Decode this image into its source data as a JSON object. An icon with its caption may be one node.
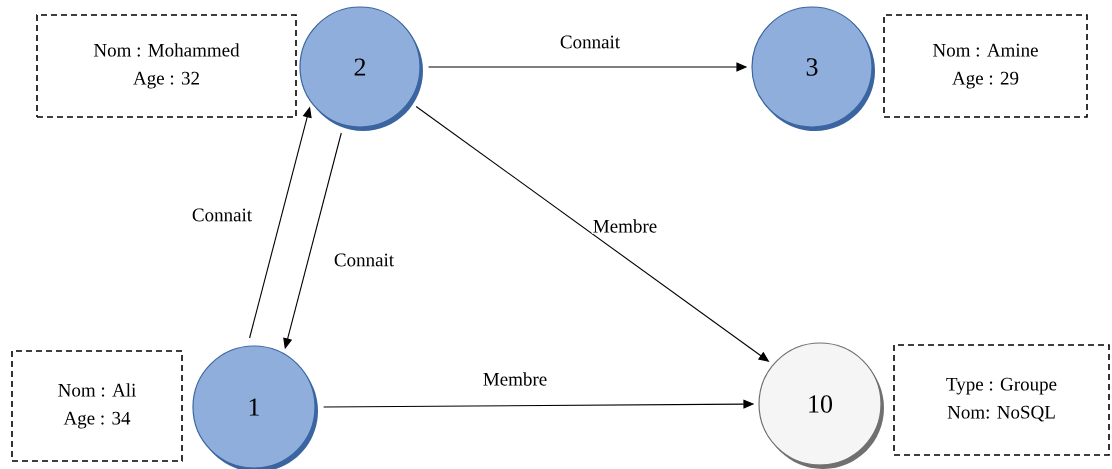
{
  "diagram": {
    "nodes": [
      {
        "text": [
          "Nom : Mohammed",
          "Age : 32"
        ]
      },
      {
        "text": [
          "2"
        ]
      },
      {
        "text": [
          "3"
        ]
      },
      {
        "text": [
          "Nom : Amine",
          "Age : 29"
        ]
      },
      {
        "text": [
          "Nom : Ali",
          "Age : 34"
        ]
      },
      {
        "text": [
          "1"
        ]
      },
      {
        "text": [
          "10"
        ]
      },
      {
        "text": [
          "Type : Groupe",
          "Nom: NoSQL"
        ]
      }
    ],
    "edges": [
      {
        "from": 5,
        "to": 1,
        "arrow": "to",
        "label": "Connait"
      },
      {
        "from": 1,
        "to": 5,
        "arrow": "to",
        "label": "Connait"
      },
      {
        "from": 1,
        "to": 2,
        "arrow": "to",
        "label": "Connait"
      },
      {
        "from": 1,
        "to": 6,
        "arrow": "to",
        "label": "Membre"
      },
      {
        "from": 5,
        "to": 6,
        "arrow": "to",
        "label": "Membre"
      }
    ]
  }
}
